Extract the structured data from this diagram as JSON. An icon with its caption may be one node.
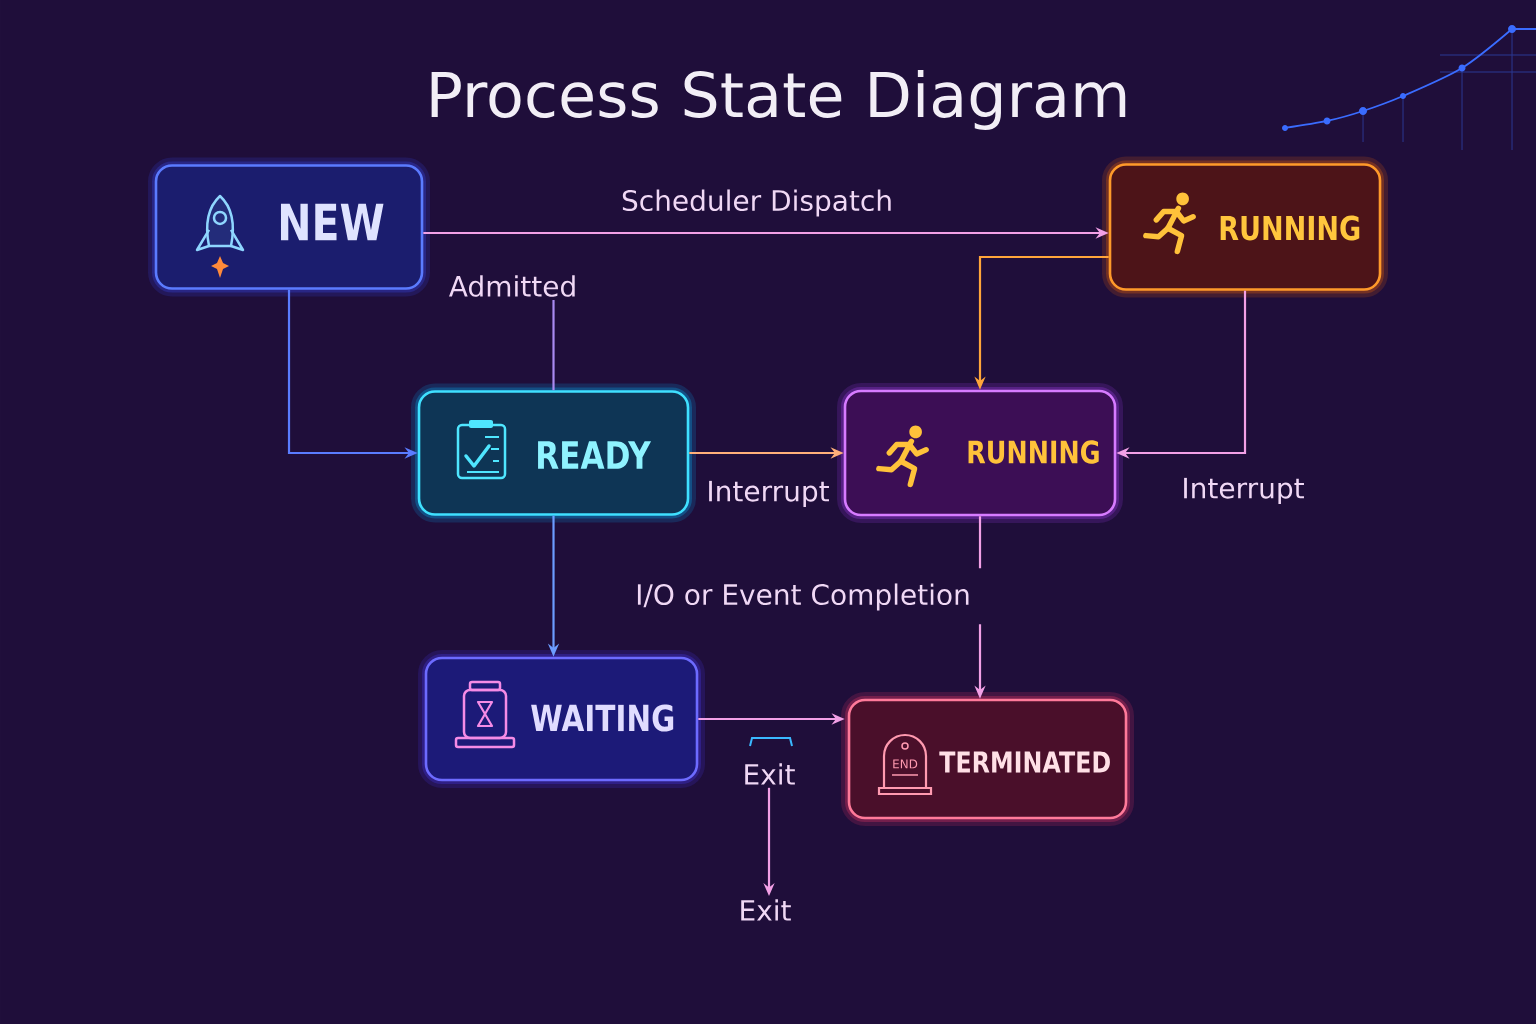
{
  "diagram": {
    "title": "Process State Diagram",
    "nodes": [
      {
        "text": [
          "NEW"
        ]
      },
      {
        "text": [
          "RUNNING"
        ]
      },
      {
        "text": [
          "Admitted"
        ]
      },
      {
        "text": [
          "READY"
        ]
      },
      {
        "text": [
          "RUNNING"
        ]
      },
      {
        "text": [
          "WAITING"
        ]
      },
      {
        "text": [
          "Exit"
        ]
      },
      {
        "text": [
          "END",
          "TERMINATED"
        ]
      },
      {
        "text": [
          "Exit"
        ]
      }
    ],
    "edges": [
      {
        "from": 0,
        "to": 1,
        "arrow": "to",
        "label": "Scheduler Dispatch"
      },
      {
        "from": 0,
        "to": 3,
        "arrow": "to",
        "color": "#5a7cff"
      },
      {
        "from": 2,
        "to": 3,
        "arrow": "none",
        "color": "#a98af0"
      },
      {
        "from": 1,
        "to": 4,
        "arrow": "to",
        "color": "#ffa53a"
      },
      {
        "from": 3,
        "to": 4,
        "arrow": "to",
        "label": "Interrupt",
        "color": "#ffb07a"
      },
      {
        "from": 1,
        "to": 4,
        "arrow": "to",
        "label": "Interrupt"
      },
      {
        "from": 3,
        "to": 5,
        "arrow": "to",
        "color": "#6c9cff"
      },
      {
        "from": 4,
        "to": 7,
        "arrow": "to",
        "label": "I/O or Event Completion"
      },
      {
        "from": 5,
        "to": 7,
        "arrow": "to"
      },
      {
        "from": 6,
        "to": 8,
        "arrow": "to"
      }
    ]
  }
}
